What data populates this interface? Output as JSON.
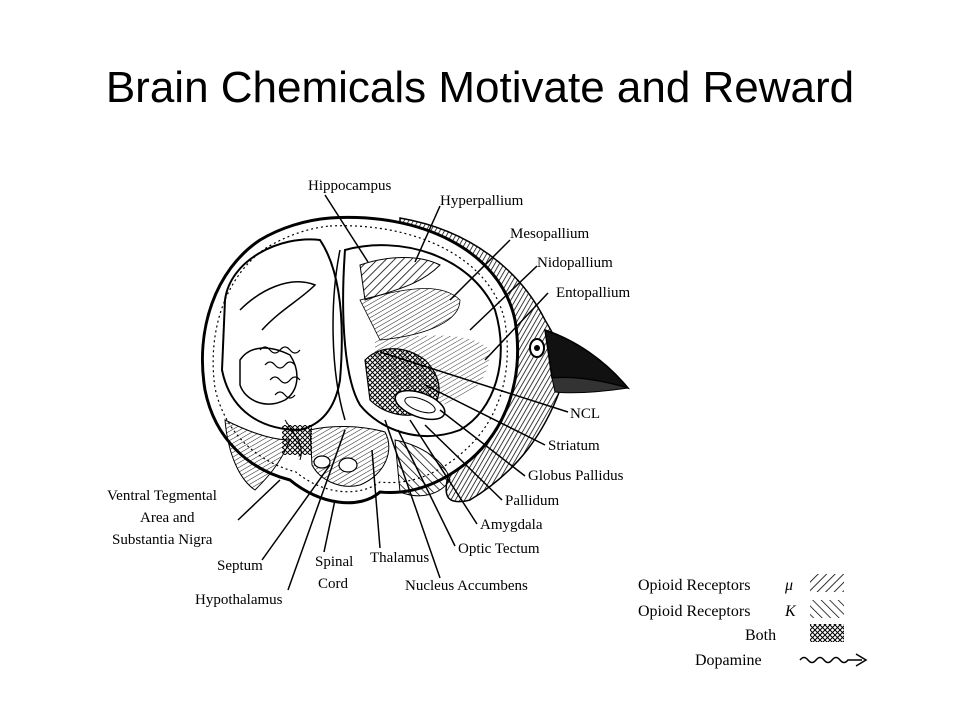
{
  "slide": {
    "title": "Brain Chemicals Motivate and Reward"
  },
  "diagram": {
    "labels": {
      "hippocampus": "Hippocampus",
      "hyperpallium": "Hyperpallium",
      "mesopallium": "Mesopallium",
      "nidopallium": "Nidopallium",
      "entopallium": "Entopallium",
      "ncl": "NCL",
      "striatum": "Striatum",
      "globus_pallidus": "Globus Pallidus",
      "pallidum": "Pallidum",
      "amygdala": "Amygdala",
      "optic_tectum": "Optic Tectum",
      "nucleus_accumbens": "Nucleus Accumbens",
      "thalamus": "Thalamus",
      "spinal_cord_1": "Spinal",
      "spinal_cord_2": "Cord",
      "hypothalamus": "Hypothalamus",
      "septum": "Septum",
      "vta_1": "Ventral Tegmental",
      "vta_2": "Area and",
      "vta_3": "Substantia Nigra"
    }
  },
  "legend": {
    "items": [
      {
        "label": "Opioid Receptors",
        "symbol": "μ",
        "pattern": "diagonal-hatch"
      },
      {
        "label": "Opioid Receptors",
        "symbol": "K",
        "pattern": "back-diagonal-hatch"
      },
      {
        "label": "Both",
        "symbol": "",
        "pattern": "cross-hatch"
      },
      {
        "label": "Dopamine",
        "symbol": "",
        "pattern": "wavy-arrow"
      }
    ]
  }
}
